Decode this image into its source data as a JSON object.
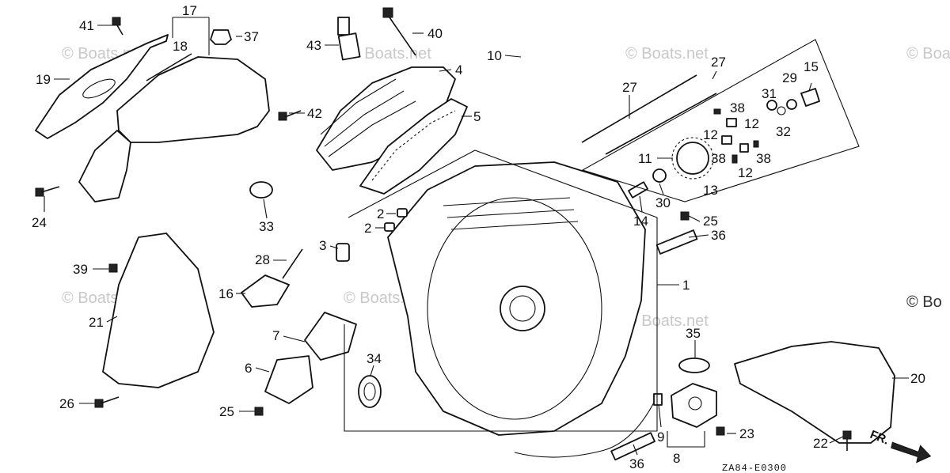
{
  "diagram": {
    "code": "ZA84-E0300",
    "direction_label": "FR.",
    "watermark": "© Boats.net",
    "edge_watermark": "© Bo",
    "callouts": [
      {
        "id": "c41",
        "text": "41"
      },
      {
        "id": "c17",
        "text": "17"
      },
      {
        "id": "c37",
        "text": "37"
      },
      {
        "id": "c18",
        "text": "18"
      },
      {
        "id": "c19",
        "text": "19"
      },
      {
        "id": "c43",
        "text": "43"
      },
      {
        "id": "c40",
        "text": "40"
      },
      {
        "id": "c10",
        "text": "10"
      },
      {
        "id": "c4",
        "text": "4"
      },
      {
        "id": "c27a",
        "text": "27"
      },
      {
        "id": "c27b",
        "text": "27"
      },
      {
        "id": "c15",
        "text": "15"
      },
      {
        "id": "c29",
        "text": "29"
      },
      {
        "id": "c31",
        "text": "31"
      },
      {
        "id": "c32",
        "text": "32"
      },
      {
        "id": "c38a",
        "text": "38"
      },
      {
        "id": "c12a",
        "text": "12"
      },
      {
        "id": "c12b",
        "text": "12"
      },
      {
        "id": "c12c",
        "text": "12"
      },
      {
        "id": "c38b",
        "text": "38"
      },
      {
        "id": "c38c",
        "text": "38"
      },
      {
        "id": "c11",
        "text": "11"
      },
      {
        "id": "c13",
        "text": "13"
      },
      {
        "id": "c42",
        "text": "42"
      },
      {
        "id": "c5",
        "text": "5"
      },
      {
        "id": "c24",
        "text": "24"
      },
      {
        "id": "c33",
        "text": "33"
      },
      {
        "id": "c30",
        "text": "30"
      },
      {
        "id": "c14",
        "text": "14"
      },
      {
        "id": "c2a",
        "text": "2"
      },
      {
        "id": "c2b",
        "text": "2"
      },
      {
        "id": "c25a",
        "text": "25"
      },
      {
        "id": "c36a",
        "text": "36"
      },
      {
        "id": "c3",
        "text": "3"
      },
      {
        "id": "c28",
        "text": "28"
      },
      {
        "id": "c39",
        "text": "39"
      },
      {
        "id": "c16",
        "text": "16"
      },
      {
        "id": "c1",
        "text": "1"
      },
      {
        "id": "c21",
        "text": "21"
      },
      {
        "id": "c7",
        "text": "7"
      },
      {
        "id": "c35",
        "text": "35"
      },
      {
        "id": "c6",
        "text": "6"
      },
      {
        "id": "c34",
        "text": "34"
      },
      {
        "id": "c20",
        "text": "20"
      },
      {
        "id": "c26",
        "text": "26"
      },
      {
        "id": "c25b",
        "text": "25"
      },
      {
        "id": "c9",
        "text": "9"
      },
      {
        "id": "c23",
        "text": "23"
      },
      {
        "id": "c22",
        "text": "22"
      },
      {
        "id": "c36b",
        "text": "36"
      },
      {
        "id": "c8",
        "text": "8"
      }
    ]
  }
}
